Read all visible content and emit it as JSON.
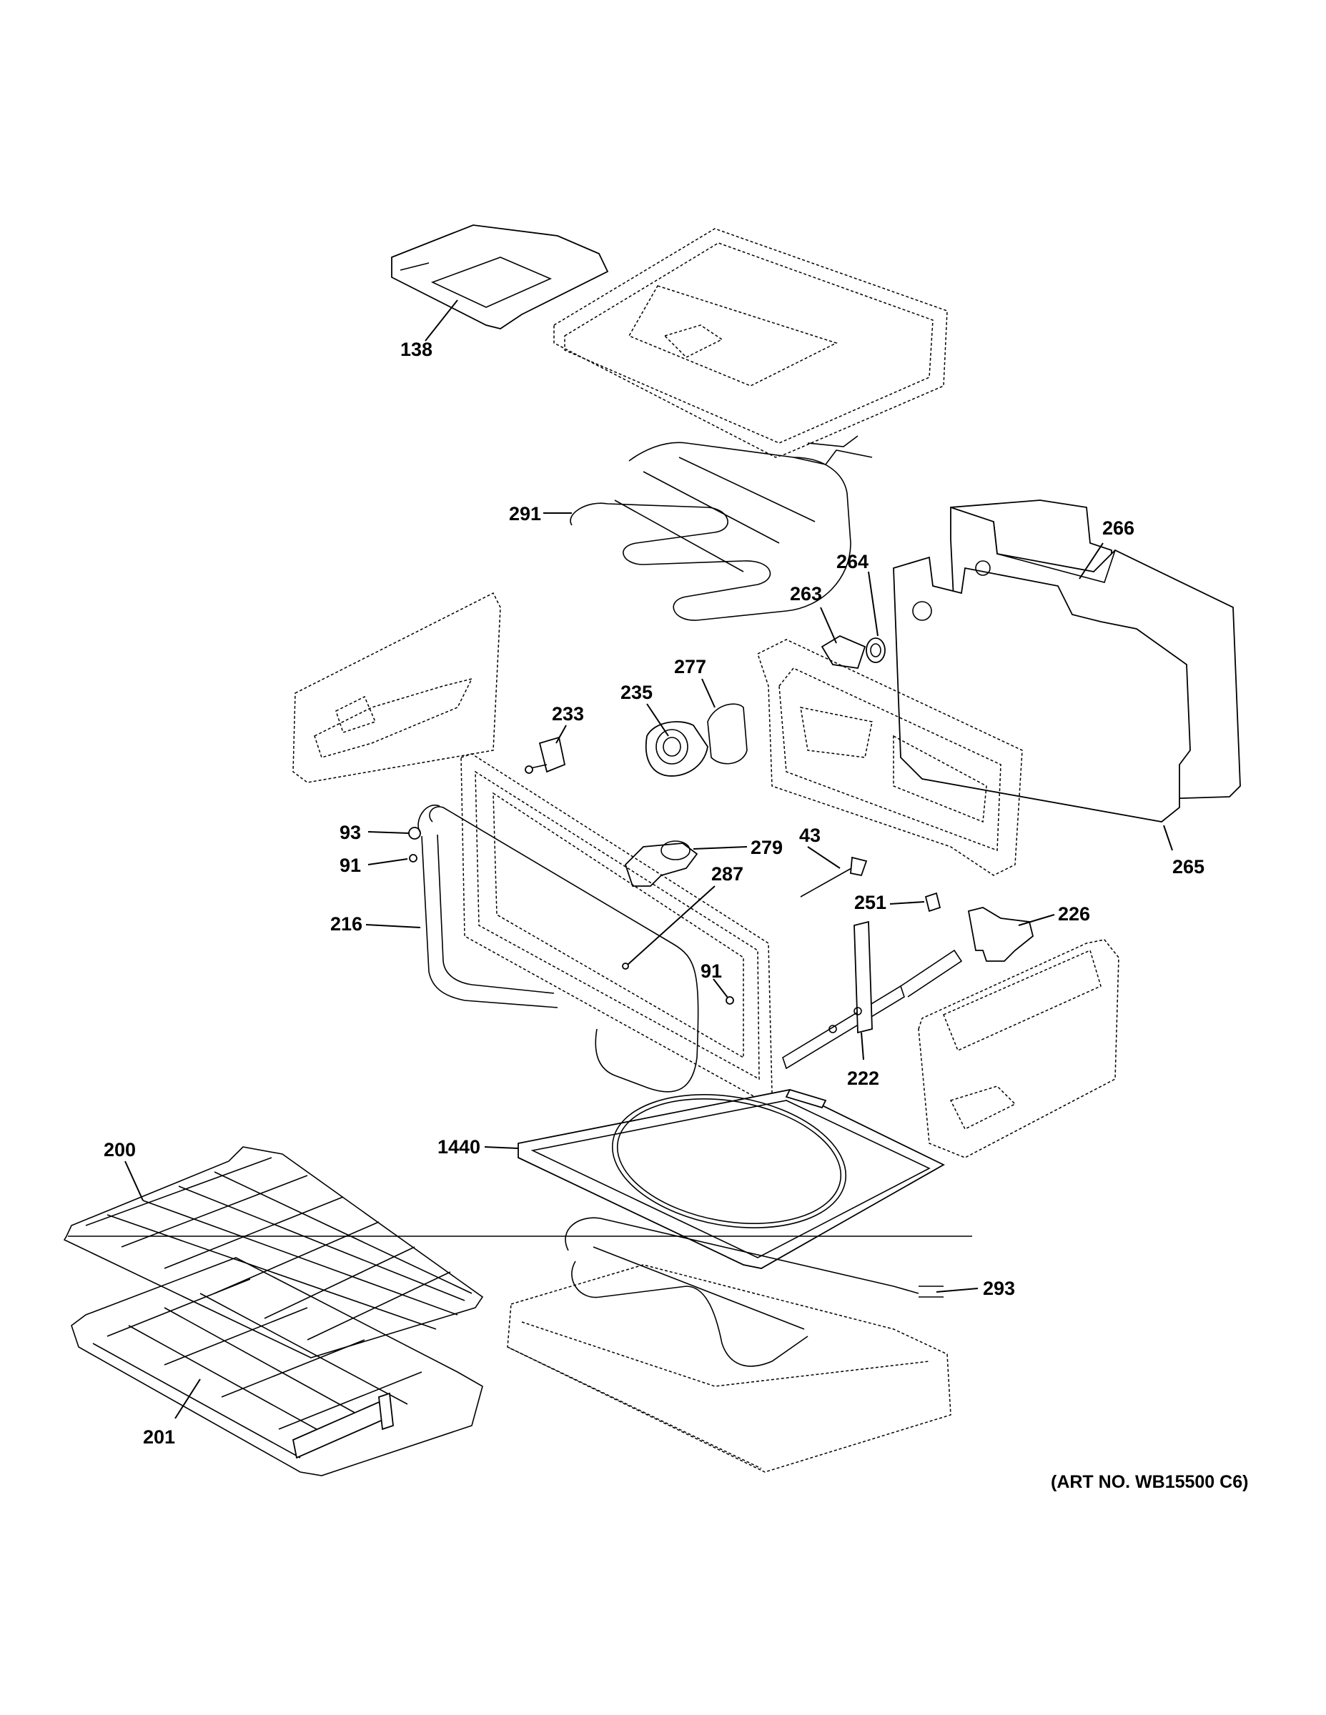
{
  "diagram": {
    "art_number": "(ART NO. WB15500 C6)",
    "callouts": {
      "c138": "138",
      "c291": "291",
      "c266": "266",
      "c264": "264",
      "c263": "263",
      "c277": "277",
      "c235": "235",
      "c233": "233",
      "c279": "279",
      "c93": "93",
      "c91a": "91",
      "c216": "216",
      "c287": "287",
      "c43": "43",
      "c251": "251",
      "c226": "226",
      "c265": "265",
      "c91b": "91",
      "c222": "222",
      "c1440": "1440",
      "c200": "200",
      "c293": "293",
      "c201": "201"
    }
  }
}
